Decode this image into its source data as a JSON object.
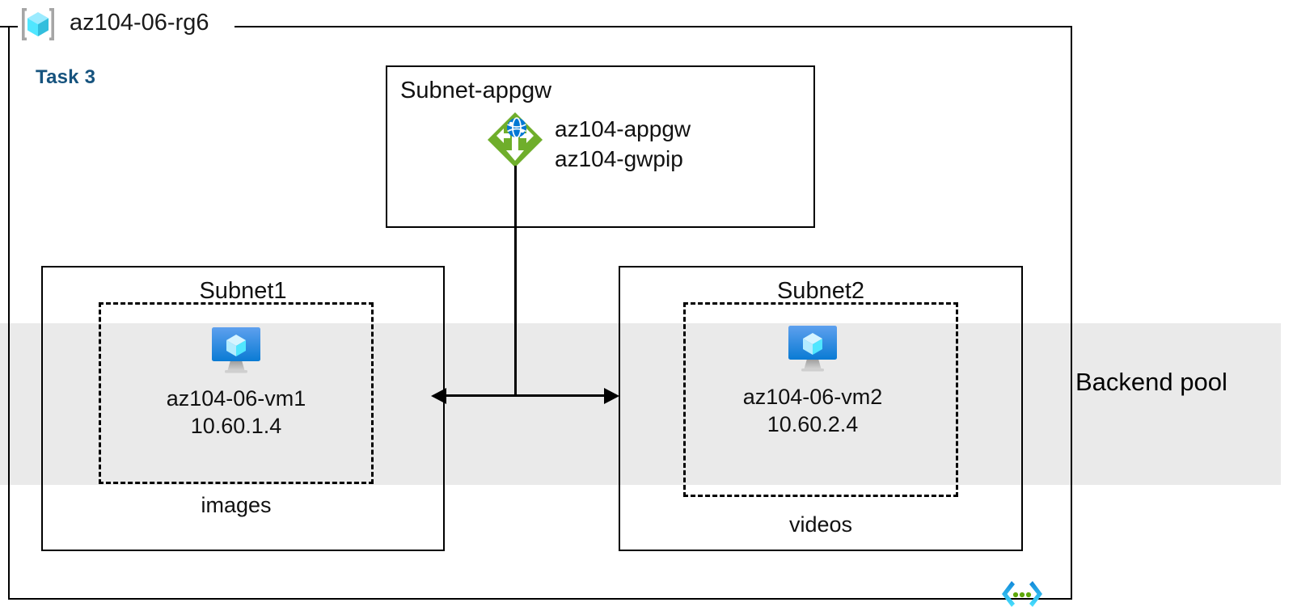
{
  "diagram": {
    "type": "azure-architecture",
    "resource_group": {
      "name": "az104-06-rg6",
      "icon": "resource-group-cube-icon"
    },
    "task_label": "Task 3",
    "task_label_color": "#16537e",
    "backend_pool": {
      "label": "Backend pool",
      "band_color": "#EAEAEA"
    },
    "subnets": [
      {
        "id": "appgw",
        "title": "Subnet-appgw",
        "title_align": "left",
        "resources": [
          {
            "icon": "application-gateway-icon",
            "icon_color": "#6FAE2B",
            "labels": [
              "az104-appgw",
              "az104-gwpip"
            ]
          }
        ]
      },
      {
        "id": "subnet1",
        "title": "Subnet1",
        "title_align": "center",
        "vm": {
          "icon": "virtual-machine-icon",
          "name": "az104-06-vm1",
          "ip": "10.60.1.4"
        },
        "storage_caption": "images"
      },
      {
        "id": "subnet2",
        "title": "Subnet2",
        "title_align": "center",
        "vm": {
          "icon": "virtual-machine-icon",
          "name": "az104-06-vm2",
          "ip": "10.60.2.4"
        },
        "storage_caption": "videos"
      }
    ],
    "connectors": [
      {
        "from": "appgw",
        "to": "subnet1",
        "style": "arrow-left"
      },
      {
        "from": "appgw",
        "to": "subnet2",
        "style": "arrow-right"
      }
    ],
    "footer_icon": "code-brackets-icon",
    "colors": {
      "accent_blue": "#0078D4",
      "cyan": "#50E6FF",
      "green": "#6FAE2B",
      "dot_green": "#5EA80B",
      "line": "#000000",
      "band_gray": "#EAEAEA"
    }
  }
}
